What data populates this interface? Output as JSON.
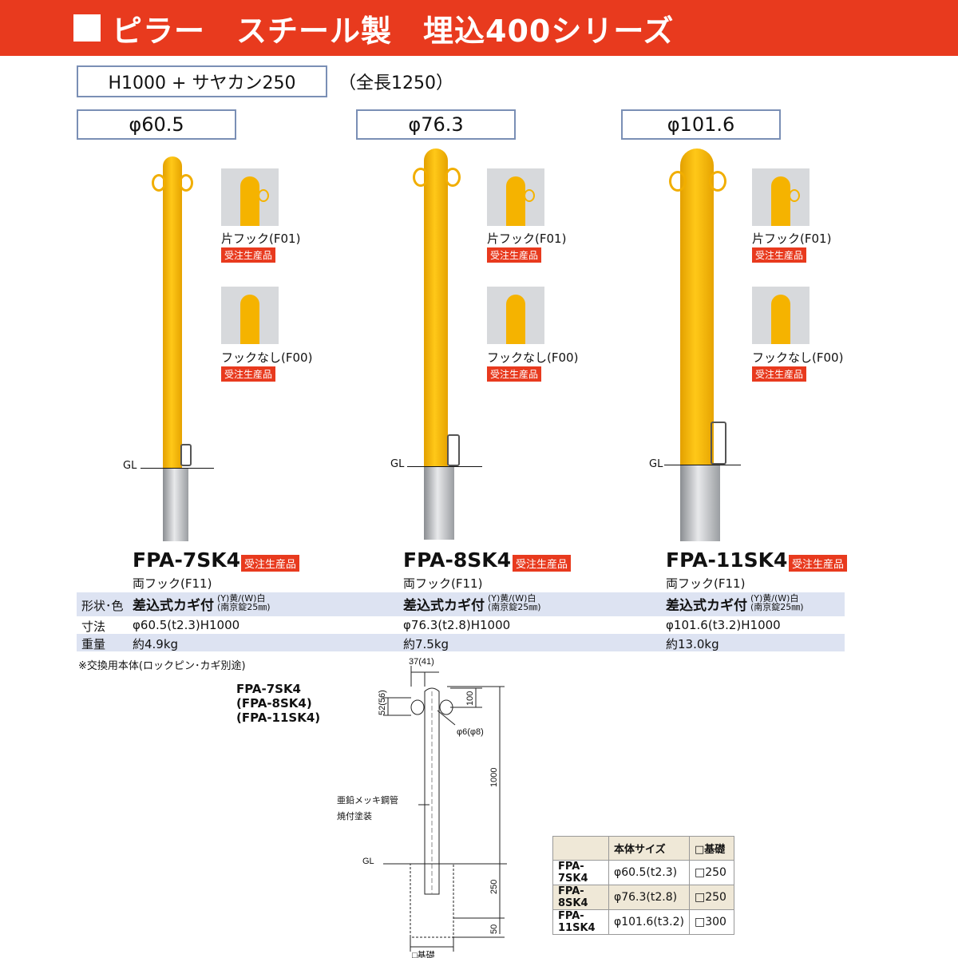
{
  "header": {
    "title": "ピラー　スチール製　埋込400シリーズ"
  },
  "spec": {
    "height_label": "H1000 + サヤカン250",
    "total_length": "（全長1250）"
  },
  "products": [
    {
      "diameter_label": "φ60.5",
      "model": "FPA-7SK4",
      "badge": "受注生産品",
      "hook": "両フック(F11)",
      "variants": [
        {
          "label": "片フック(F01)",
          "badge": "受注生産品"
        },
        {
          "label": "フックなし(F00)",
          "badge": "受注生産品"
        }
      ],
      "shape_main": "差込式カギ付",
      "shape_colors": "(Y)黄/(W)白",
      "shape_lock": "(南京錠25㎜)",
      "size": "φ60.5(t2.3)H1000",
      "weight": "約4.9kg"
    },
    {
      "diameter_label": "φ76.3",
      "model": "FPA-8SK4",
      "badge": "受注生産品",
      "hook": "両フック(F11)",
      "variants": [
        {
          "label": "片フック(F01)",
          "badge": "受注生産品"
        },
        {
          "label": "フックなし(F00)",
          "badge": "受注生産品"
        }
      ],
      "shape_main": "差込式カギ付",
      "shape_colors": "(Y)黄/(W)白",
      "shape_lock": "(南京錠25㎜)",
      "size": "φ76.3(t2.8)H1000",
      "weight": "約7.5kg"
    },
    {
      "diameter_label": "φ101.6",
      "model": "FPA-11SK4",
      "badge": "受注生産品",
      "hook": "両フック(F11)",
      "variants": [
        {
          "label": "片フック(F01)",
          "badge": "受注生産品"
        },
        {
          "label": "フックなし(F00)",
          "badge": "受注生産品"
        }
      ],
      "shape_main": "差込式カギ付",
      "shape_colors": "(Y)黄/(W)白",
      "shape_lock": "(南京錠25㎜)",
      "size": "φ101.6(t3.2)H1000",
      "weight": "約13.0kg"
    }
  ],
  "table_labels": {
    "shape": "形状･色",
    "size": "寸法",
    "weight": "重量"
  },
  "gl_label": "GL",
  "footnote": "※交換用本体(ロックピン･カギ別途)",
  "diagram": {
    "models": [
      "FPA-7SK4",
      "(FPA-8SK4)",
      "(FPA-11SK4)"
    ],
    "dim_top": "37(41)",
    "dim_hook_h": "52(56)",
    "dim_hook_gap": "100",
    "dim_hole": "φ6(φ8)",
    "dim_height": "1000",
    "dim_embed": "250",
    "dim_base": "50",
    "material_1": "亜鉛メッキ鋼管",
    "material_2": "焼付塗装",
    "gl": "GL",
    "base_label": "□基礎"
  },
  "sizes_table": {
    "headers": [
      "",
      "本体サイズ",
      "□基礎"
    ],
    "rows": [
      [
        "FPA-7SK4",
        "φ60.5(t2.3)",
        "□250"
      ],
      [
        "FPA-8SK4",
        "φ76.3(t2.8)",
        "□250"
      ],
      [
        "FPA-11SK4",
        "φ101.6(t3.2)",
        "□300"
      ]
    ]
  },
  "colors": {
    "header": "#e83a1e",
    "pole": "#f5b300",
    "badge": "#e83a1e",
    "box_border": "#7a8fb5"
  }
}
